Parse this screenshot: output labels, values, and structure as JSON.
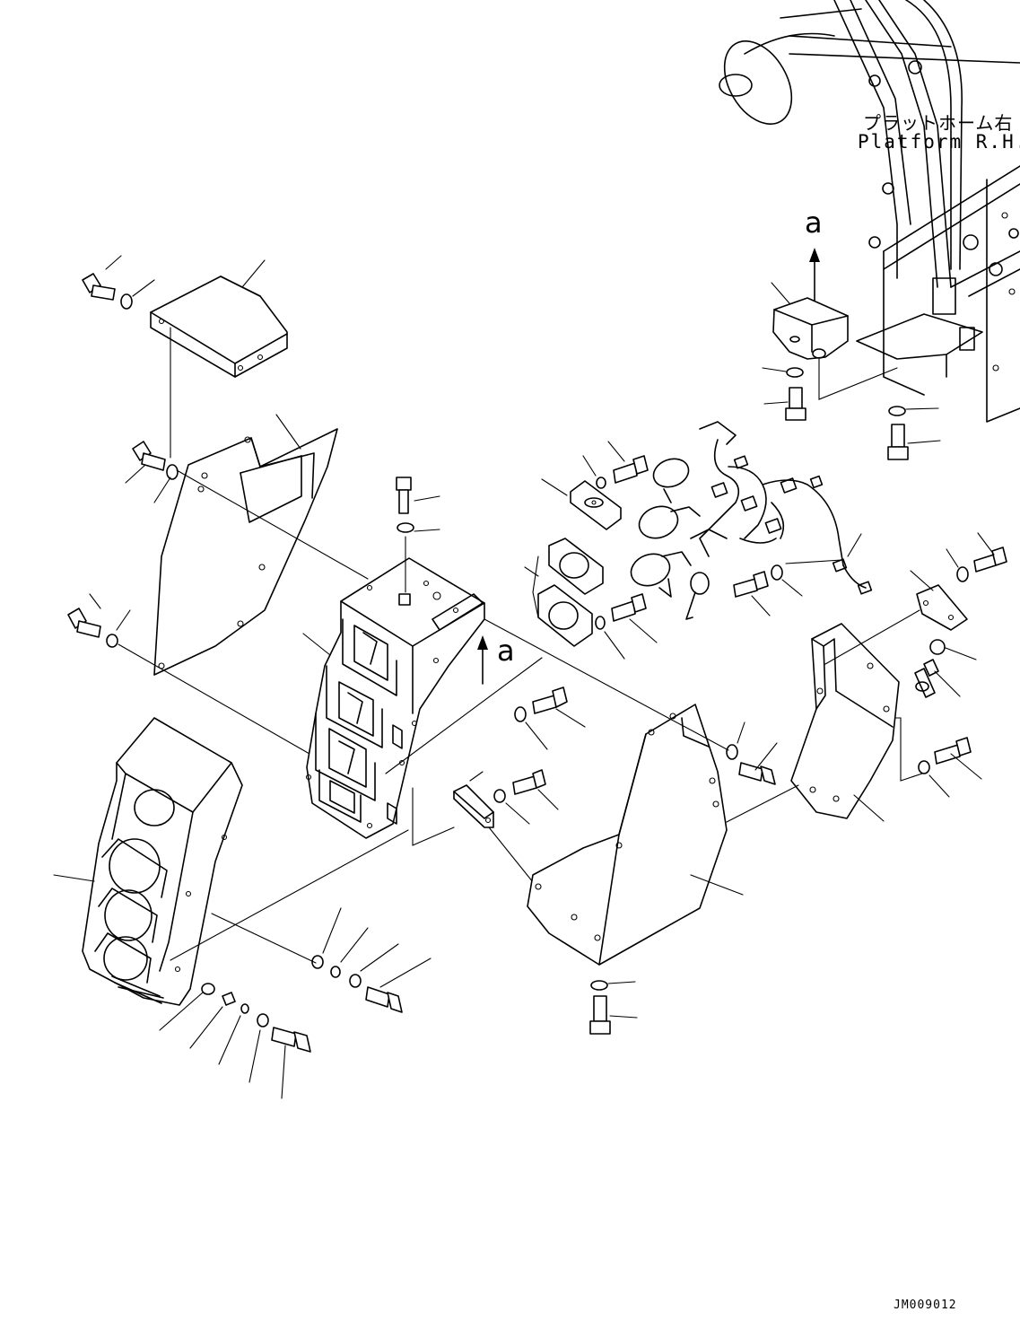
{
  "labels": {
    "platform_jp": "プラットホーム右",
    "platform_en": "Platform R.H.",
    "view_a_top": "a",
    "view_a_mid": "a",
    "drawing_number": "JM009012"
  }
}
